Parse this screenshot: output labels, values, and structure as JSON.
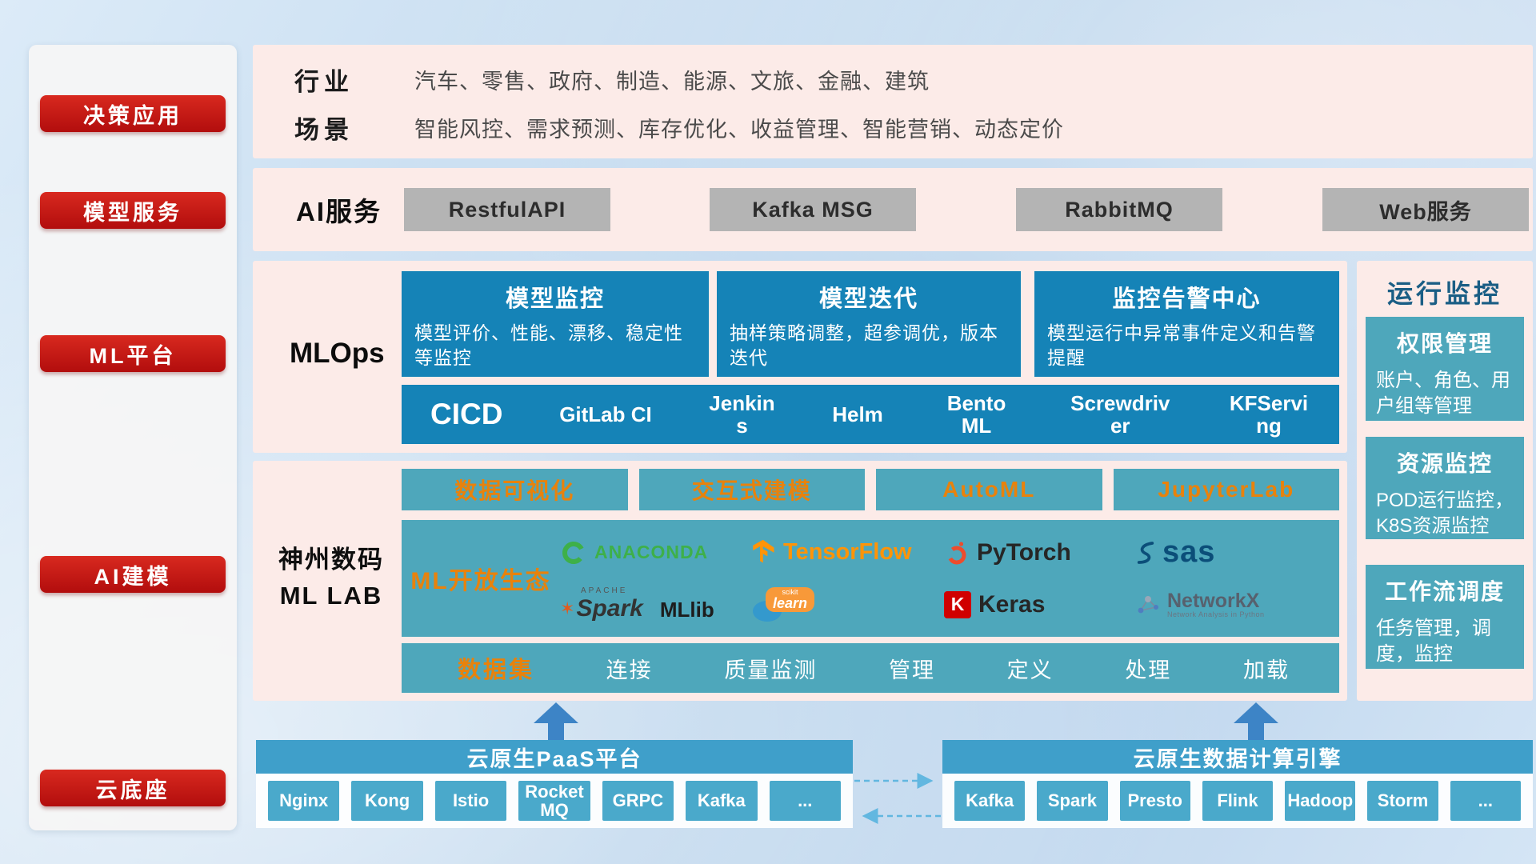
{
  "sidebar": {
    "items": [
      {
        "id": "decision-app",
        "label": "决策应用"
      },
      {
        "id": "model-service",
        "label": "模型服务"
      },
      {
        "id": "ml-platform",
        "label": "ML平台"
      },
      {
        "id": "ai-modeling",
        "label": "AI建模"
      },
      {
        "id": "cloud-base",
        "label": "云底座"
      }
    ]
  },
  "industry": {
    "rows": [
      {
        "label": "行业",
        "value": "汽车、零售、政府、制造、能源、文旅、金融、建筑"
      },
      {
        "label": "场景",
        "value": "智能风控、需求预测、库存优化、收益管理、智能营销、动态定价"
      }
    ]
  },
  "ai_service": {
    "label": "AI服务",
    "buttons": [
      "RestfulAPI",
      "Kafka MSG",
      "RabbitMQ",
      "Web服务"
    ]
  },
  "mlops": {
    "label": "MLOps",
    "cards": [
      {
        "title": "模型监控",
        "desc": "模型评价、性能、漂移、稳定性等监控"
      },
      {
        "title": "模型迭代",
        "desc": "抽样策略调整，超参调优，版本迭代"
      },
      {
        "title": "监控告警中心",
        "desc": "模型运行中异常事件定义和告警提醒"
      }
    ],
    "cicd_label": "CICD",
    "cicd_items": [
      "GitLab CI",
      "Jenkins",
      "Helm",
      "BentoML",
      "Screwdriver",
      "KFServing"
    ]
  },
  "ml_lab": {
    "label_line1": "神州数码",
    "label_line2": "ML LAB",
    "tools": [
      "数据可视化",
      "交互式建模",
      "AutoML",
      "JupyterLab"
    ],
    "ecosystem_label": "ML开放生态",
    "logos": {
      "anaconda": "ANACONDA",
      "tensorflow": "TensorFlow",
      "pytorch": "PyTorch",
      "sas": "sas",
      "apache": "APACHE",
      "spark": "Spark",
      "mllib": "MLlib",
      "sklearn_top": "scikit",
      "sklearn": "learn",
      "keras_k": "K",
      "keras": "Keras",
      "networkx": "NetworkX",
      "networkx_sub": "Network Analysis in Python"
    },
    "dataset_label": "数据集",
    "dataset_items": [
      "连接",
      "质量监测",
      "管理",
      "定义",
      "处理",
      "加载"
    ]
  },
  "monitoring": {
    "title": "运行监控",
    "cards": [
      {
        "title": "权限管理",
        "desc": "账户、角色、用户组等管理"
      },
      {
        "title": "资源监控",
        "desc": "POD运行监控，K8S资源监控"
      },
      {
        "title": "工作流调度",
        "desc": "任务管理，调度，监控"
      }
    ]
  },
  "cloud": {
    "paas_title": "云原生PaaS平台",
    "paas_items": [
      "Nginx",
      "Kong",
      "Istio",
      "RocketMQ",
      "GRPC",
      "Kafka",
      "..."
    ],
    "engine_title": "云原生数据计算引擎",
    "engine_items": [
      "Kafka",
      "Spark",
      "Presto",
      "Flink",
      "Hadoop",
      "Storm",
      "..."
    ]
  },
  "colors": {
    "accent_red": "#c41414",
    "panel_pink": "#fcebe8",
    "deep_blue": "#1583b7",
    "teal": "#4ea7bb",
    "bar_blue": "#3f9fca",
    "orange_text": "#e8820c",
    "title_blue": "#1a5e85"
  }
}
